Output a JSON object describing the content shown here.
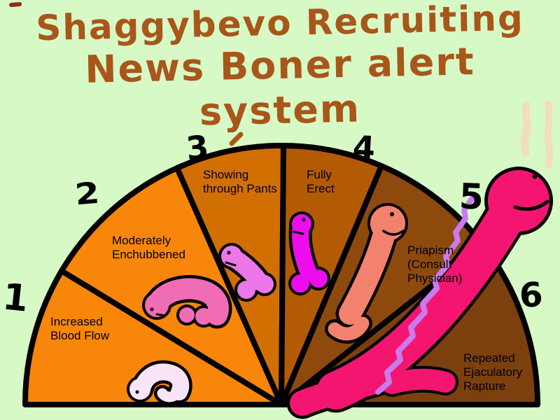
{
  "title": {
    "line1": "Shaggybevo Recruiting",
    "line2": "News Boner alert",
    "line3": "system"
  },
  "colors": {
    "background": "#d7f9c6",
    "title_text": "#a9561a",
    "ink_outline": "#000000",
    "label_text": "#000000",
    "vein": "#c97bee",
    "streak": "#f3debc",
    "stray_dash": "#a9561a",
    "corner_dash": "#8b2f10"
  },
  "gauge": {
    "type": "semicircular alert gauge, 6 wedges",
    "levels": [
      {
        "number": "1",
        "label": "Increased\nBlood Flow",
        "wedge_color": "#f8860b",
        "doodle_color": "#fae4f8"
      },
      {
        "number": "2",
        "label": "Moderately\nEnchubbened",
        "wedge_color": "#f8860b",
        "doodle_color": "#f06cb4"
      },
      {
        "number": "3",
        "label": "Showing\nthrough Pants",
        "wedge_color": "#d26f02",
        "doodle_color": "#ec77e8"
      },
      {
        "number": "4",
        "label": "Fully\nErect",
        "wedge_color": "#b35b04",
        "doodle_color": "#ec0cec"
      },
      {
        "number": "5",
        "label": "Priapism\n(Consult\nPhysician)",
        "wedge_color": "#8e4a0c",
        "doodle_color": "#f2826e"
      },
      {
        "number": "6",
        "label": "Repeated\nEjaculatory\nRapture",
        "wedge_color": "#7c400e",
        "doodle_color": "#f3156f"
      }
    ]
  }
}
